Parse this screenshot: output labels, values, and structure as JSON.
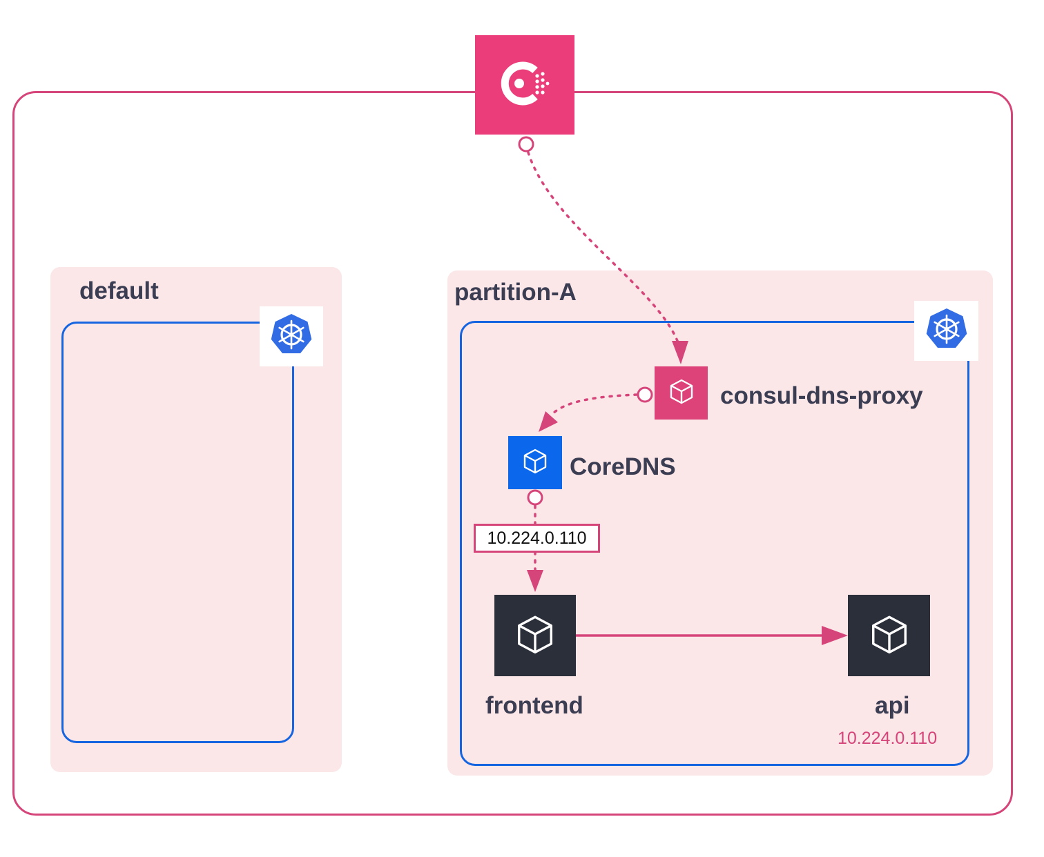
{
  "colors": {
    "consul_pink": "#ec3d7b",
    "proxy_pink": "#dd4379",
    "edge_pink": "#d6457a",
    "kube_blue": "#326ce5",
    "cluster_blue": "#1565e0",
    "coredns_blue": "#0b68ec",
    "service_dark": "#2b2f3a",
    "partition_bg": "#fbe6e8",
    "text": "#3b3d52"
  },
  "consul": {
    "icon": "consul-logo-icon"
  },
  "partitions": [
    {
      "name": "default",
      "cluster_icon": "kubernetes-icon"
    },
    {
      "name": "partition-A",
      "cluster_icon": "kubernetes-icon"
    }
  ],
  "nodes": {
    "consul_dns_proxy": {
      "label": "consul-dns-proxy",
      "icon": "cube-icon"
    },
    "coredns": {
      "label": "CoreDNS",
      "icon": "cube-icon"
    },
    "frontend": {
      "label": "frontend",
      "icon": "cube-icon"
    },
    "api": {
      "label": "api",
      "icon": "cube-icon",
      "ip": "10.224.0.110"
    }
  },
  "edges": [
    {
      "from": "consul",
      "to": "consul-dns-proxy",
      "style": "dotted"
    },
    {
      "from": "consul-dns-proxy",
      "to": "CoreDNS",
      "style": "dotted"
    },
    {
      "from": "CoreDNS",
      "to": "frontend",
      "style": "dotted",
      "label": "10.224.0.110"
    },
    {
      "from": "frontend",
      "to": "api",
      "style": "solid"
    }
  ]
}
